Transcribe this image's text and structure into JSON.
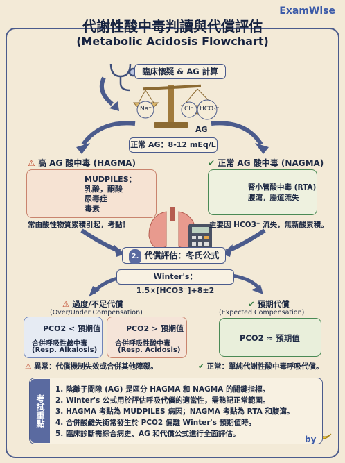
{
  "brand": "ExamWise",
  "title_zh": "代謝性酸中毒判讀與代償評估",
  "title_en": "(Metabolic Acidosis Flowchart)",
  "start": {
    "label": "臨床懷疑 & AG 計算"
  },
  "scale": {
    "na": "Na⁺",
    "cl": "Cl⁻",
    "hco3": "HCO₃⁻",
    "ag": "AG"
  },
  "normal_ag": "正常 AG：8-12 mEq/L",
  "hagma": {
    "title": "高 AG 酸中毒 (HAGMA)",
    "items": [
      "MUDPILES：",
      "乳酸，酮酸",
      "尿毒症",
      "毒素"
    ],
    "note": "常由酸性物質累積引起，考點！"
  },
  "nagma": {
    "title": "正常 AG 酸中毒 (NAGMA)",
    "items": [
      "腎小管酸中毒 (RTA)",
      "腹瀉，腸道流失"
    ],
    "note": "主要因 HCO3⁻ 流失，無新酸累積。"
  },
  "comp": {
    "num": "2.",
    "label": "代償評估：冬氏公式",
    "formula": "Winter's：1.5×[HCO3⁻]+8±2"
  },
  "inadequate": {
    "title": "過度/不足代償",
    "subtitle": "(Over/Under Compensation)",
    "left_value": "PCO2 < 預期值",
    "left_desc": "合併呼吸性鹼中毒",
    "left_en": "(Resp. Alkalosis)",
    "right_value": "PCO2 > 預期值",
    "right_desc": "合併呼吸性酸中毒",
    "right_en": "(Resp. Acidosis)",
    "note": "異常：代償機制失效或合併其他障礙。"
  },
  "expected": {
    "title": "預期代償",
    "subtitle": "(Expected Compensation)",
    "value": "PCO2 ≈ 預期值",
    "note": "正常：單純代謝性酸中毒呼吸代償。"
  },
  "keypoints": {
    "label": "考試重點",
    "items": [
      "1. 陰離子間隙 (AG) 是區分 HAGMA 和 NAGMA 的關鍵指標。",
      "2. Winter's 公式用於評估呼吸代償的適當性，需熟記正常範圍。",
      "3. HAGMA 考點為 MUDPILES 病因；NAGMA 考點為 RTA 和腹瀉。",
      "4. 合併酸鹼失衡常發生於 PCO2 偏離 Winter's 預期值時。",
      "5. 臨床診斷需綜合病史、AG 和代償公式進行全面評估。"
    ],
    "by": "by"
  },
  "colors": {
    "navy": "#1e2a44",
    "accent": "#4b5b8c",
    "warn": "#c0492d",
    "ok": "#2f7a3e",
    "bg": "#f3ead7"
  }
}
